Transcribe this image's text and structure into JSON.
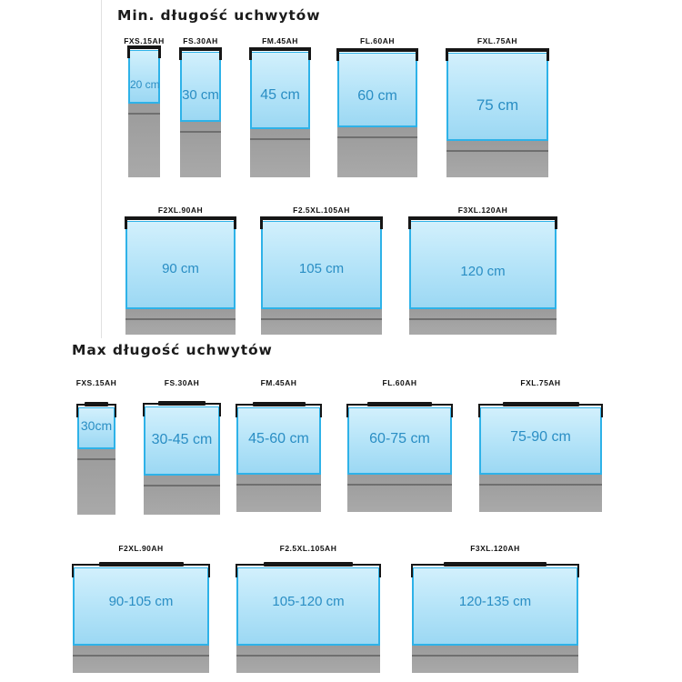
{
  "sections": [
    {
      "title": "Min. długość uchwytów",
      "units": [
        {
          "model": "FXS.15AH",
          "label": "20 cm"
        },
        {
          "model": "FS.30AH",
          "label": "30 cm"
        },
        {
          "model": "FM.45AH",
          "label": "45 cm"
        },
        {
          "model": "FL.60AH",
          "label": "60 cm"
        },
        {
          "model": "FXL.75AH",
          "label": "75 cm"
        },
        {
          "model": "F2XL.90AH",
          "label": "90 cm"
        },
        {
          "model": "F2.5XL.105AH",
          "label": "105 cm"
        },
        {
          "model": "F3XL.120AH",
          "label": "120 cm"
        }
      ]
    },
    {
      "title": "Max długość uchwytów",
      "units": [
        {
          "model": "FXS.15AH",
          "label": "30cm"
        },
        {
          "model": "FS.30AH",
          "label": "30-45 cm"
        },
        {
          "model": "FM.45AH",
          "label": "45-60 cm"
        },
        {
          "model": "FL.60AH",
          "label": "60-75 cm"
        },
        {
          "model": "FXL.75AH",
          "label": "75-90 cm"
        },
        {
          "model": "F2XL.90AH",
          "label": "90-105 cm"
        },
        {
          "model": "F2.5XL.105AH",
          "label": "105-120 cm"
        },
        {
          "model": "F3XL.120AH",
          "label": "120-135 cm"
        }
      ]
    }
  ],
  "colors": {
    "tank_border": "#2eb2e8",
    "label_text": "#2a8ec4",
    "stand": "#a3a3a3",
    "fixture": "#161616"
  }
}
